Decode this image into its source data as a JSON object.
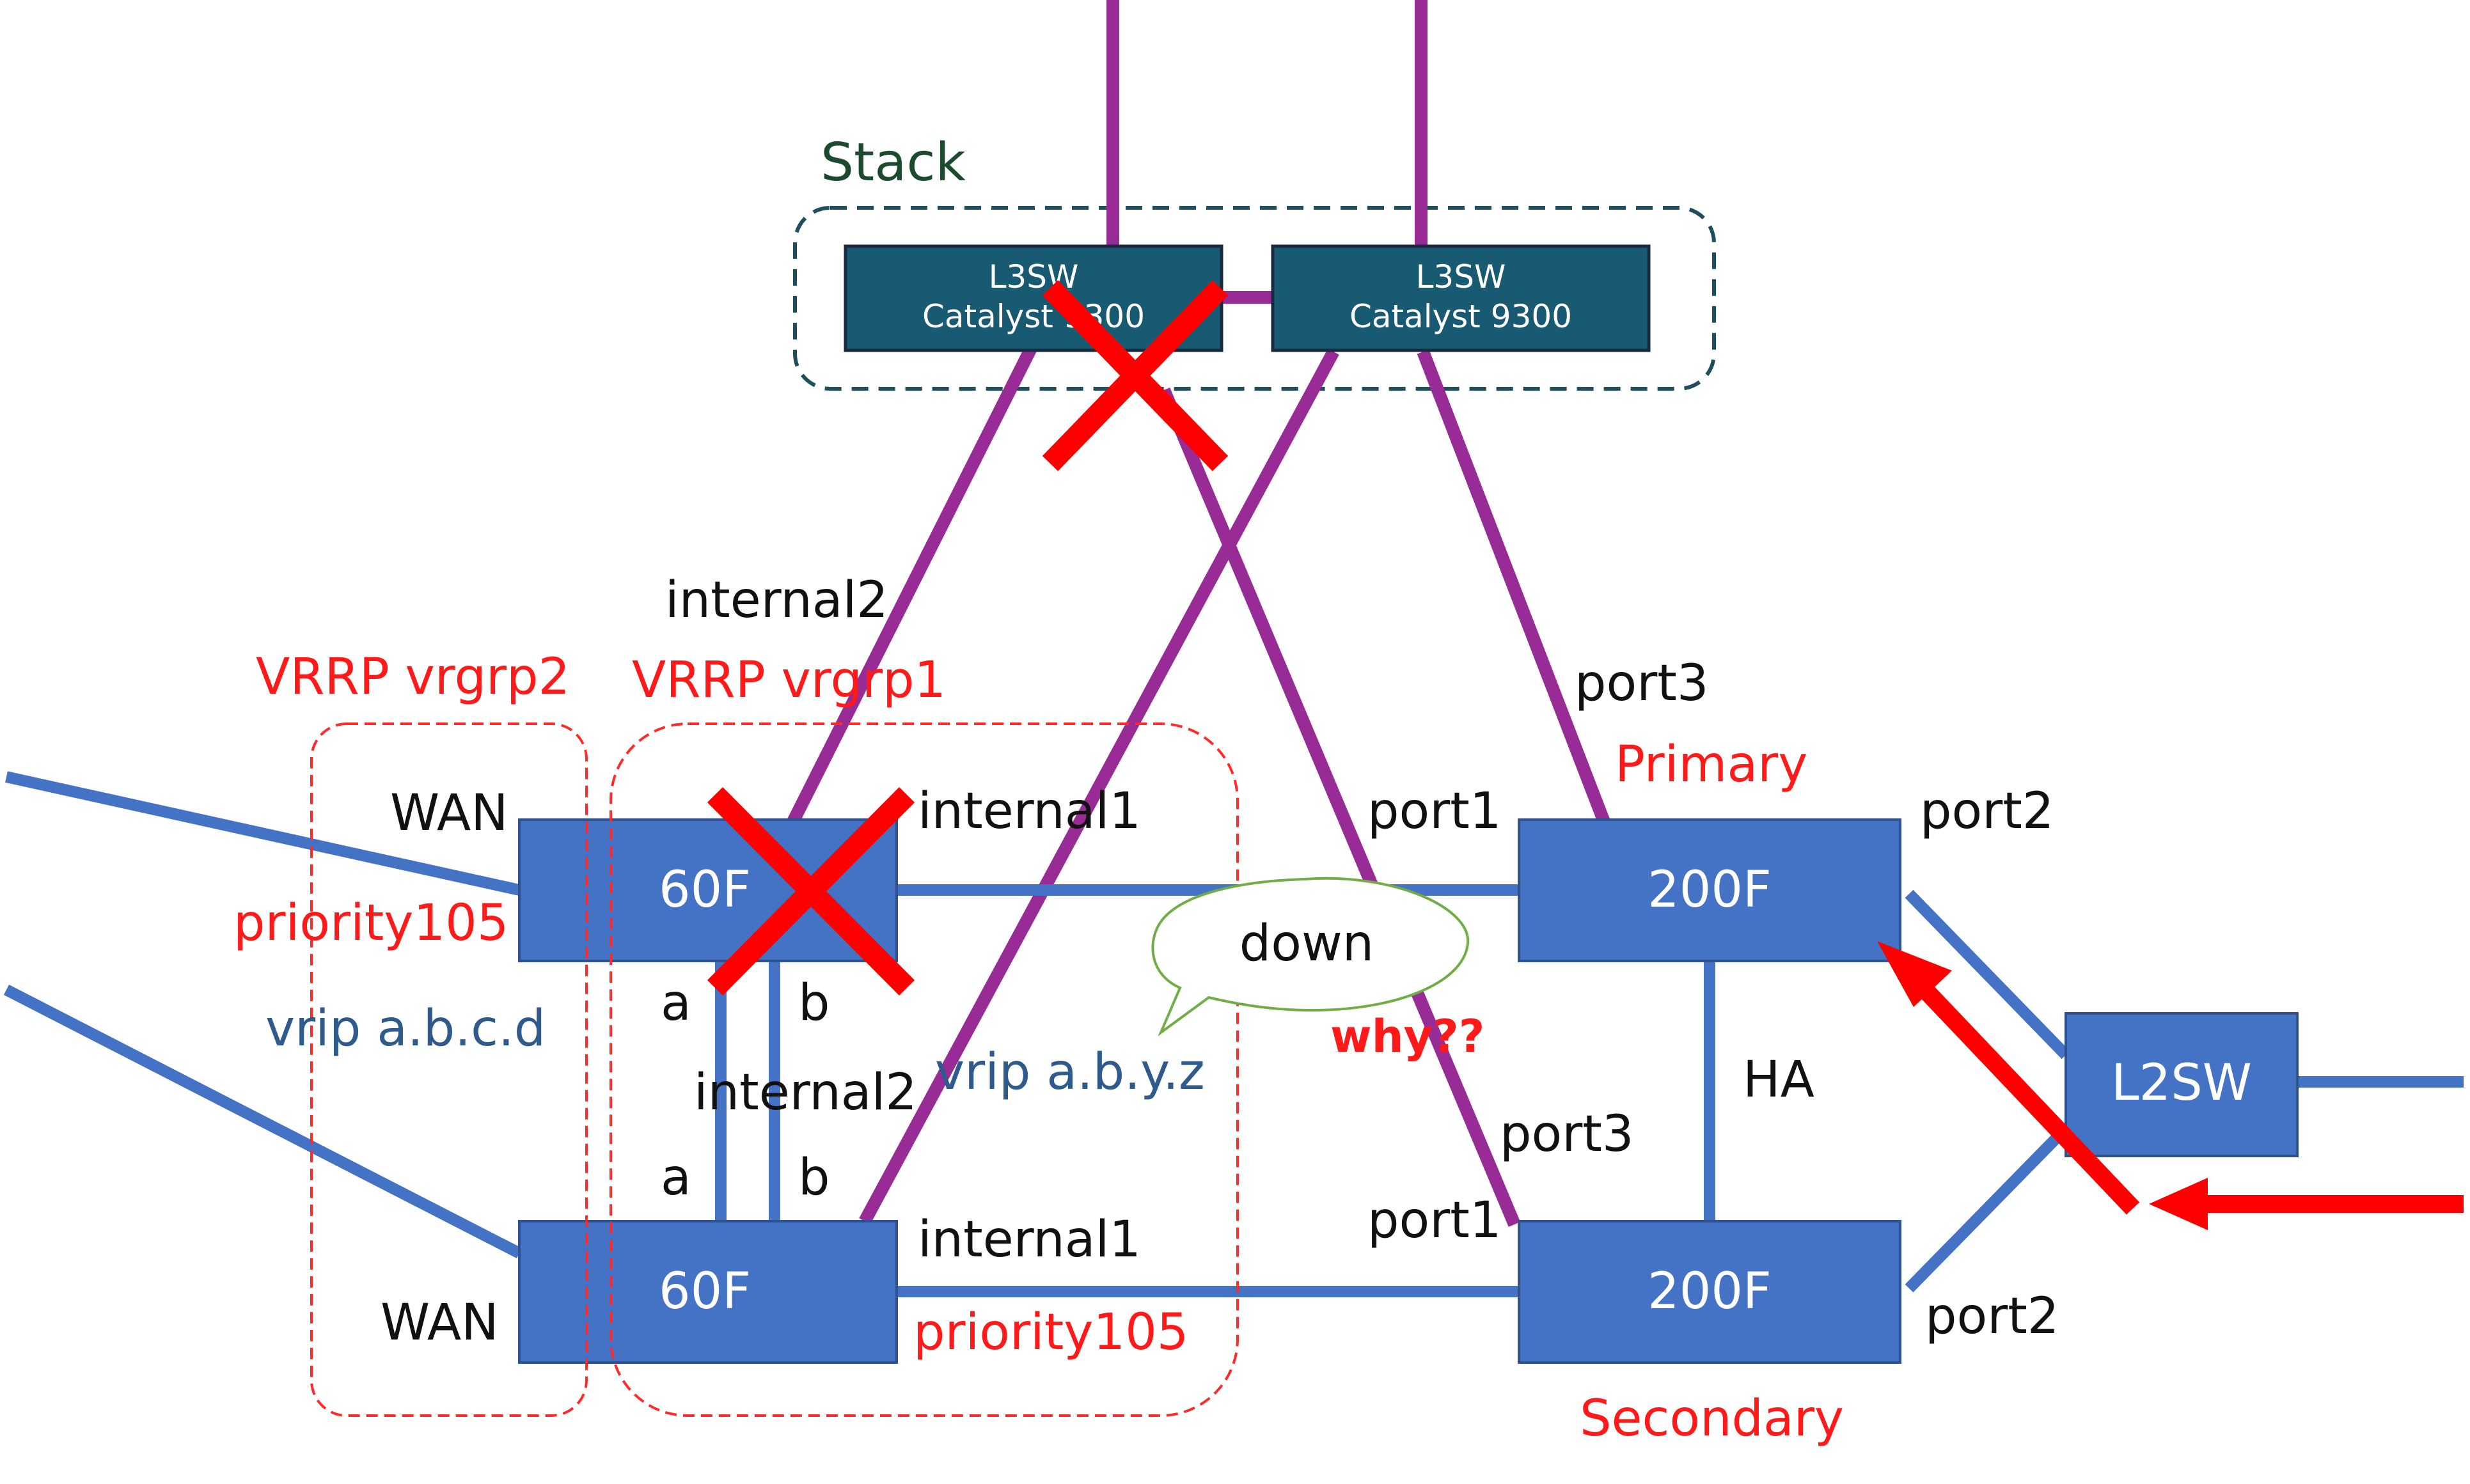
{
  "stack": {
    "label": "Stack",
    "switches": [
      {
        "line1": "L3SW",
        "line2": "Catalyst 9300"
      },
      {
        "line1": "L3SW",
        "line2": "Catalyst 9300"
      }
    ]
  },
  "vrrp": {
    "group2_label": "VRRP vrgrp2",
    "group1_label": "VRRP vrgrp1",
    "vrip_group2": "vrip a.b.c.d",
    "vrip_group1": "vrip a.b.y.z"
  },
  "fortigate_60f": {
    "top": {
      "label": "60F",
      "wan": "WAN",
      "priority": "priority105",
      "internal1": "internal1",
      "internal2": "internal2",
      "port_a": "a",
      "port_b": "b"
    },
    "bottom": {
      "label": "60F",
      "wan": "WAN",
      "priority": "priority105",
      "internal1": "internal1",
      "internal2": "internal2",
      "port_a": "a",
      "port_b": "b"
    }
  },
  "fortigate_200f": {
    "primary": {
      "label": "200F",
      "role": "Primary",
      "port1": "port1",
      "port2": "port2",
      "port3": "port3"
    },
    "secondary": {
      "label": "200F",
      "role": "Secondary",
      "port1": "port1",
      "port2": "port2",
      "port3": "port3"
    },
    "ha_label": "HA"
  },
  "l2sw": {
    "label": "L2SW"
  },
  "annotations": {
    "down": "down",
    "why": "why??"
  },
  "colors": {
    "device_blue": "#4472c4",
    "stack_switch": "#185a72",
    "uplink_purple": "#982b96",
    "failure_red": "#ff0000",
    "bubble_green": "#70ad47"
  }
}
